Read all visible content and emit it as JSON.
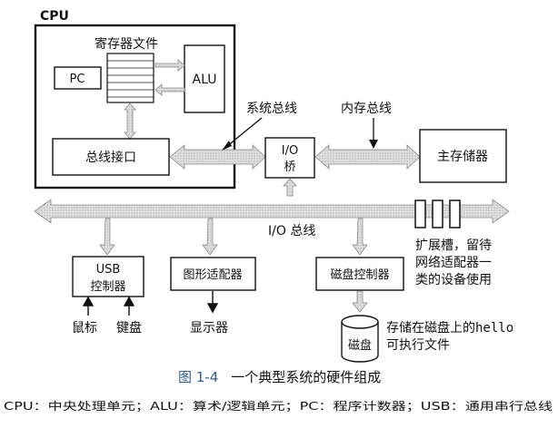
{
  "diagram": {
    "cpu_label": "CPU",
    "register_file_label": "寄存器文件",
    "pc_label": "PC",
    "alu_label": "ALU",
    "bus_interface_label": "总线接口",
    "system_bus_label": "系统总线",
    "memory_bus_label": "内存总线",
    "io_bridge_label_1": "I/O",
    "io_bridge_label_2": "桥",
    "main_memory_label": "主存储器",
    "io_bus_label": "I/O 总线",
    "usb_controller_label_1": "USB",
    "usb_controller_label_2": "控制器",
    "graphics_adapter_label": "图形适配器",
    "disk_controller_label": "磁盘控制器",
    "mouse_label": "鼠标",
    "keyboard_label": "键盘",
    "display_label": "显示器",
    "disk_label": "磁盘",
    "expansion_note_lines": [
      "扩展槽，留待",
      "网络适配器一",
      "类的设备使用"
    ],
    "disk_note_line_1_prefix": "存储在磁盘上的",
    "disk_note_line_1_code": "hello",
    "disk_note_line_2": "可执行文件"
  },
  "caption": {
    "figure_number": "图 1-4",
    "title": "一个典型系统的硬件组成",
    "legend": "CPU：中央处理单元；ALU：算术/逻辑单元；PC：程序计数器；USB：通用串行总线"
  },
  "colors": {
    "bus_fill": "#d6d6d6",
    "bus_stroke": "#7a7a7a",
    "caption_blue": "#2f5d8a"
  }
}
